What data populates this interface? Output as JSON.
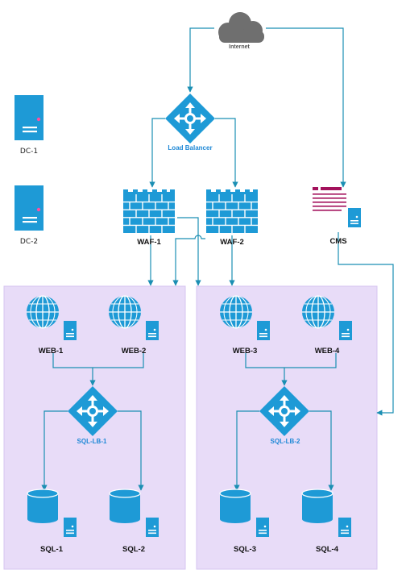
{
  "labels": {
    "internet": "Internet",
    "load_balancer": "Load Balancer",
    "dc1": "DC-1",
    "dc2": "DC-2",
    "waf1": "WAF-1",
    "waf2": "WAF-2",
    "cms": "CMS",
    "web1": "WEB-1",
    "web2": "WEB-2",
    "web3": "WEB-3",
    "web4": "WEB-4",
    "sqllb1": "SQL-LB-1",
    "sqllb2": "SQL-LB-2",
    "sql1": "SQL-1",
    "sql2": "SQL-2",
    "sql3": "SQL-3",
    "sql4": "SQL-4"
  },
  "colors": {
    "primary_blue": "#1e9ad6",
    "wire": "#1b8fb3",
    "zone_fill": "#e8dcf8",
    "zone_stroke": "#d6c4f0",
    "cloud": "#6f6f6f",
    "cms_magenta": "#a3115c"
  },
  "icons": {
    "internet": "cloud-icon",
    "load_balancer": "load-balancer-icon",
    "dc": "server-icon",
    "waf": "firewall-icon",
    "cms": "cms-icon",
    "web": "globe-server-icon",
    "sql_lb": "load-balancer-icon",
    "sql": "database-server-icon"
  }
}
